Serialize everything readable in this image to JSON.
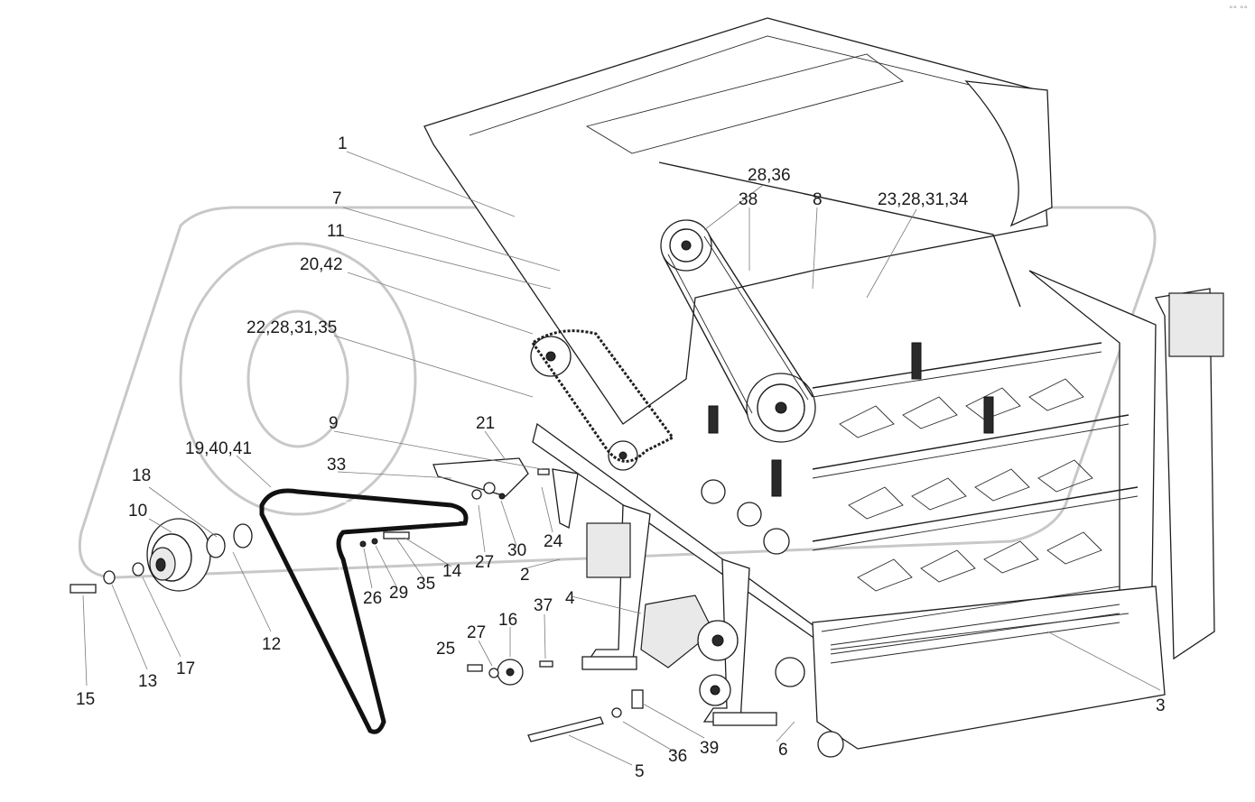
{
  "labels": [
    {
      "id": "1",
      "text": "1"
    },
    {
      "id": "7",
      "text": "7"
    },
    {
      "id": "11",
      "text": "11"
    },
    {
      "id": "20_42",
      "text": "20,42"
    },
    {
      "id": "22_28_31_35",
      "text": "22,28,31,35"
    },
    {
      "id": "9",
      "text": "9"
    },
    {
      "id": "21",
      "text": "21"
    },
    {
      "id": "19_40_41",
      "text": "19,40,41"
    },
    {
      "id": "33",
      "text": "33"
    },
    {
      "id": "18",
      "text": "18"
    },
    {
      "id": "10",
      "text": "10"
    },
    {
      "id": "28_36",
      "text": "28,36"
    },
    {
      "id": "38",
      "text": "38"
    },
    {
      "id": "8",
      "text": "8"
    },
    {
      "id": "23_28_31_34",
      "text": "23,28,31,34"
    },
    {
      "id": "24",
      "text": "24"
    },
    {
      "id": "30",
      "text": "30"
    },
    {
      "id": "27a",
      "text": "27"
    },
    {
      "id": "14",
      "text": "14"
    },
    {
      "id": "2",
      "text": "2"
    },
    {
      "id": "26",
      "text": "26"
    },
    {
      "id": "29",
      "text": "29"
    },
    {
      "id": "35",
      "text": "35"
    },
    {
      "id": "4",
      "text": "4"
    },
    {
      "id": "37",
      "text": "37"
    },
    {
      "id": "16",
      "text": "16"
    },
    {
      "id": "27b",
      "text": "27"
    },
    {
      "id": "25",
      "text": "25"
    },
    {
      "id": "12",
      "text": "12"
    },
    {
      "id": "13",
      "text": "13"
    },
    {
      "id": "17",
      "text": "17"
    },
    {
      "id": "15",
      "text": "15"
    },
    {
      "id": "3",
      "text": "3"
    },
    {
      "id": "5",
      "text": "5"
    },
    {
      "id": "36",
      "text": "36"
    },
    {
      "id": "39",
      "text": "39"
    },
    {
      "id": "6",
      "text": "6"
    }
  ],
  "corner_mark": "°° °°"
}
